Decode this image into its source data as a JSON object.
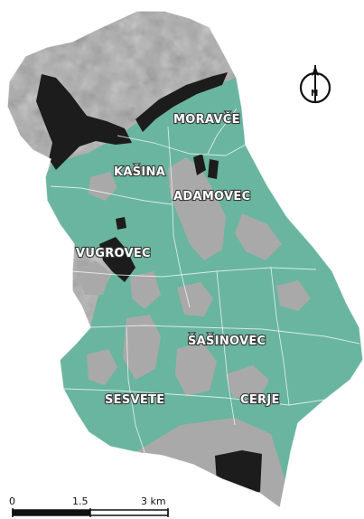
{
  "map": {
    "colors": {
      "urban": "#6ab59f",
      "terrain": "#a9a9a9",
      "forest": "#1c1c1c",
      "boundary": "#ffffff"
    },
    "places": [
      {
        "id": "moravce",
        "label": "MORAVČE"
      },
      {
        "id": "kasina",
        "label": "KAŠINA"
      },
      {
        "id": "adamovec",
        "label": "ADAMOVEC"
      },
      {
        "id": "vugrovec",
        "label": "VUGROVEC"
      },
      {
        "id": "sasinovec",
        "label": "ŠAŠINOVEC"
      },
      {
        "id": "sesvete",
        "label": "SESVETE"
      },
      {
        "id": "cerje",
        "label": "CERJE"
      }
    ],
    "north_arrow": {
      "letter": "N"
    },
    "scale_bar": {
      "ticks": [
        "0",
        "1.5",
        "3 km"
      ]
    }
  }
}
